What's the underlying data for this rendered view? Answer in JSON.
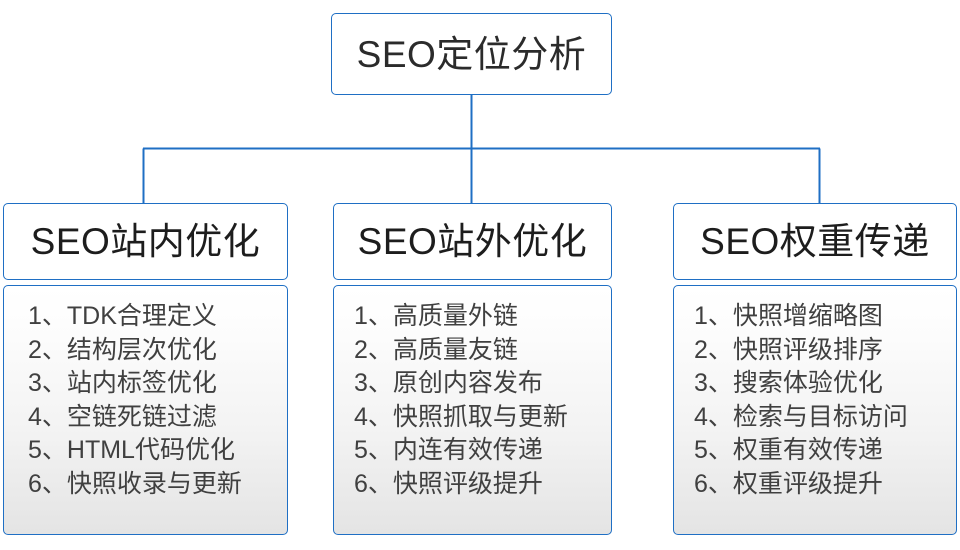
{
  "diagram": {
    "type": "org-tree",
    "accent_color": "#1f6fc4",
    "text_color": "#404040",
    "root": {
      "label": "SEO定位分析"
    },
    "branches": [
      {
        "title": "SEO站内优化",
        "items": [
          "1、TDK合理定义",
          "2、结构层次优化",
          "3、站内标签优化",
          "4、空链死链过滤",
          "5、HTML代码优化",
          "6、快照收录与更新"
        ]
      },
      {
        "title": "SEO站外优化",
        "items": [
          "1、高质量外链",
          "2、高质量友链",
          "3、原创内容发布",
          "4、快照抓取与更新",
          "5、内连有效传递",
          "6、快照评级提升"
        ]
      },
      {
        "title": "SEO权重传递",
        "items": [
          "1、快照增缩略图",
          "2、快照评级排序",
          "3、搜索体验优化",
          "4、检索与目标访问",
          "5、权重有效传递",
          "6、权重评级提升"
        ]
      }
    ]
  }
}
